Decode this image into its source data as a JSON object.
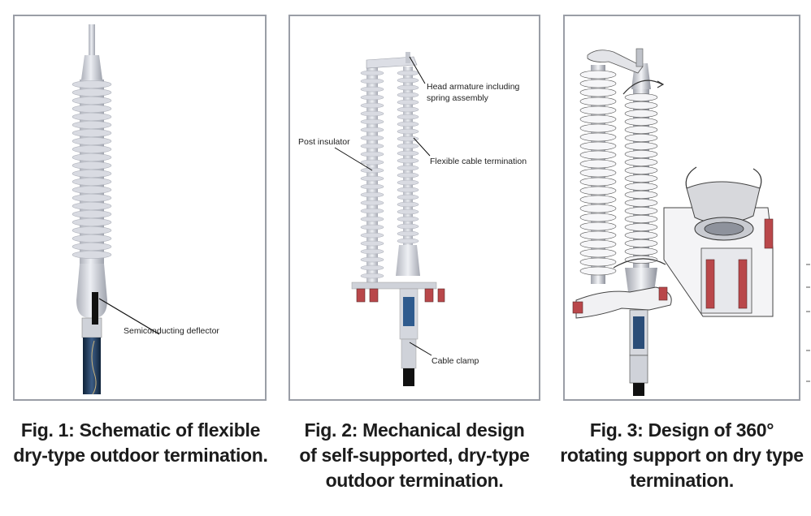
{
  "figures": [
    {
      "caption_lines": [
        "Fig. 1: Schematic of flexible",
        "dry-type outdoor termination."
      ],
      "labels": {
        "deflector": "Semiconducting deflector"
      }
    },
    {
      "caption_lines": [
        "Fig. 2: Mechanical design",
        "of self-supported, dry-type",
        "outdoor termination."
      ],
      "labels": {
        "head_line1": "Head armature including",
        "head_line2": "spring assembly",
        "post": "Post insulator",
        "flexible": "Flexible cable termination",
        "clamp": "Cable clamp"
      }
    },
    {
      "caption_lines": [
        "Fig. 3: Design of 360°",
        "rotating support on dry type",
        "termination."
      ]
    }
  ],
  "colors": {
    "insulator": "#d9dbe2",
    "insulator_shade": "#aeb1ba",
    "clamp_red": "#b9474a",
    "cable": "#1f3a5c",
    "border": "#9a9ea6"
  }
}
